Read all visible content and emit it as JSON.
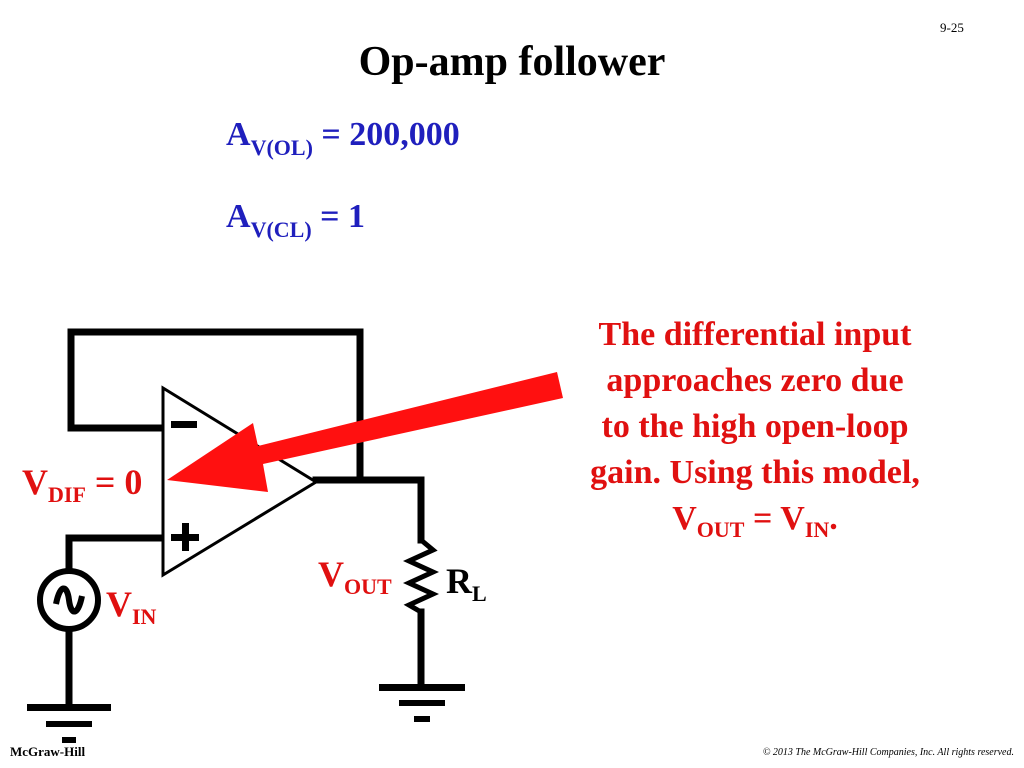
{
  "slide_number": "9-25",
  "title": "Op-amp follower",
  "equations": {
    "open_loop": {
      "a": "A",
      "sub": "V(OL)",
      "rest": " = 200,000"
    },
    "closed_loop": {
      "a": "A",
      "sub": "V(CL)",
      "rest": " = 1"
    }
  },
  "labels": {
    "vdif": {
      "main": "V",
      "sub": "DIF",
      "rest": " = 0"
    },
    "vout": {
      "main": "V",
      "sub": "OUT"
    },
    "rl": {
      "main": "R",
      "sub": "L"
    },
    "vin": {
      "main": "V",
      "sub": "IN"
    },
    "minus_sign": "-",
    "plus_sign": "+"
  },
  "note": {
    "line1": "The differential input",
    "line2": "approaches zero due",
    "line3": "to the high open-loop",
    "line4": "gain.  Using this model,",
    "eq_v1": "V",
    "eq_sub1": "OUT",
    "eq_mid": " = V",
    "eq_sub2": "IN",
    "eq_end": "."
  },
  "footer": {
    "publisher": "McGraw-Hill",
    "copyright": "© 2013 The McGraw-Hill Companies, Inc. All rights reserved."
  },
  "colors": {
    "accent_blue": "#1f1fbd",
    "accent_red": "#e01010",
    "arrow_red": "#ff1010",
    "wire": "#000000"
  }
}
